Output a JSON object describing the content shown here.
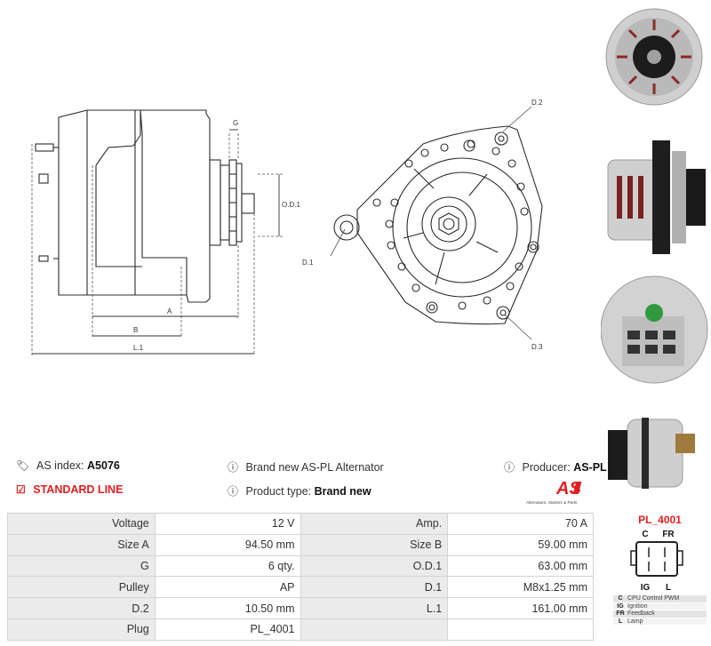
{
  "drawing": {
    "labels": {
      "g": "G",
      "od1": "O.D.1",
      "a": "A",
      "b": "B",
      "l1": "L.1",
      "d1": "D.1",
      "d2": "D.2",
      "d3": "D.3"
    }
  },
  "info": {
    "as_index_label": "AS index:",
    "as_index_value": "A5076",
    "standard_line": "STANDARD LINE",
    "brand_new_text": "Brand new AS-PL Alternator",
    "product_type_label": "Product type:",
    "product_type_value": "Brand new",
    "producer_label": "Producer:",
    "producer_value": "AS-PL"
  },
  "logo": {
    "text": "AS",
    "tagline": "Alternators, Starters & Parts",
    "color": "#e02020"
  },
  "specs": [
    {
      "k1": "Voltage",
      "v1": "12 V",
      "k2": "Amp.",
      "v2": "70 A"
    },
    {
      "k1": "Size A",
      "v1": "94.50 mm",
      "k2": "Size B",
      "v2": "59.00 mm"
    },
    {
      "k1": "G",
      "v1": "6 qty.",
      "k2": "O.D.1",
      "v2": "63.00 mm"
    },
    {
      "k1": "Pulley",
      "v1": "AP",
      "k2": "D.1",
      "v2": "M8x1.25 mm"
    },
    {
      "k1": "D.2",
      "v1": "10.50 mm",
      "k2": "L.1",
      "v2": "161.00 mm"
    },
    {
      "k1": "Plug",
      "v1": "PL_4001",
      "k2": "",
      "v2": ""
    }
  ],
  "plug": {
    "title": "PL_4001",
    "pins_top": [
      "C",
      "FR"
    ],
    "pins_bottom": [
      "IG",
      "L"
    ],
    "legend": [
      {
        "code": "C",
        "desc": "CPU Control PWM"
      },
      {
        "code": "IG",
        "desc": "Ignition"
      },
      {
        "code": "FR",
        "desc": "Feedback"
      },
      {
        "code": "L",
        "desc": "Lamp"
      }
    ]
  },
  "colors": {
    "accent": "#e02020",
    "table_key_bg": "#ebebeb",
    "line": "#333333"
  }
}
